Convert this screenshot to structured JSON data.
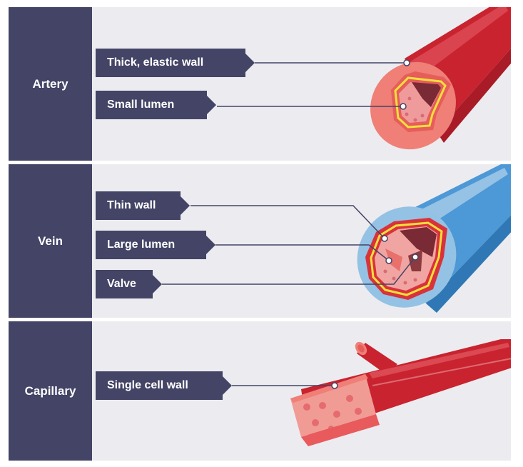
{
  "sections": {
    "artery": {
      "title": "Artery",
      "labels": [
        "Thick, elastic wall",
        "Small lumen"
      ]
    },
    "vein": {
      "title": "Vein",
      "labels": [
        "Thin wall",
        "Large lumen",
        "Valve"
      ]
    },
    "capillary": {
      "title": "Capillary",
      "labels": [
        "Single cell wall"
      ]
    }
  }
}
